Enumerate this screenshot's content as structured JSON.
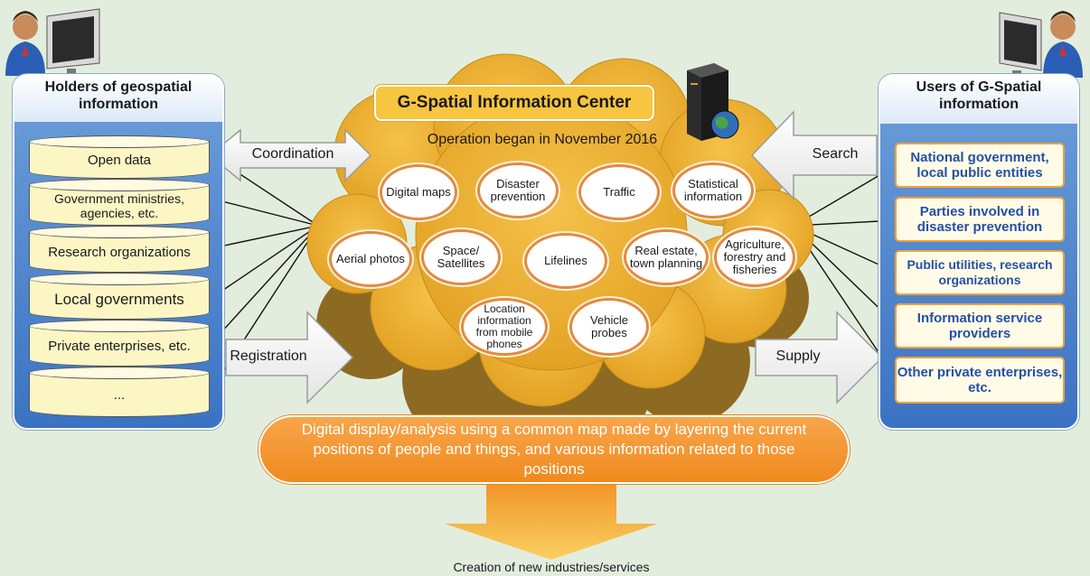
{
  "holders": {
    "title": "Holders of geospatial information",
    "items": [
      "Open data",
      "Government ministries, agencies, etc.",
      "Research organizations",
      "Local governments",
      "Private enterprises, etc.",
      "..."
    ]
  },
  "users": {
    "title": "Users of G-Spatial information",
    "items": [
      "National government, local public entities",
      "Parties involved in disaster prevention",
      "Public utilities, research organizations",
      "Information service providers",
      "Other private enterprises, etc."
    ]
  },
  "center": {
    "title": "G-Spatial Information Center",
    "subtitle": "Operation began in November 2016",
    "nodes": [
      "Digital maps",
      "Disaster prevention",
      "Traffic",
      "Statistical information",
      "Aerial photos",
      "Space/ Satellites",
      "Lifelines",
      "Real estate, town planning",
      "Agriculture, forestry and fisheries",
      "Location information from mobile phones",
      "Vehicle probes"
    ]
  },
  "arrows": {
    "coordination": "Coordination",
    "registration": "Registration",
    "search": "Search",
    "supply": "Supply"
  },
  "result": {
    "text": "Digital display/analysis using a common map made by layering the current positions of people and things, and various information related to those positions",
    "outcome": "Creation of new industries/services"
  },
  "colors": {
    "background": "#e3edde",
    "panel_blue": "#3b73c3",
    "cloud": "#e8ac2a",
    "node_border": "#e58a3c",
    "user_text": "#2350a7",
    "result_orange": "#f08a1e"
  }
}
